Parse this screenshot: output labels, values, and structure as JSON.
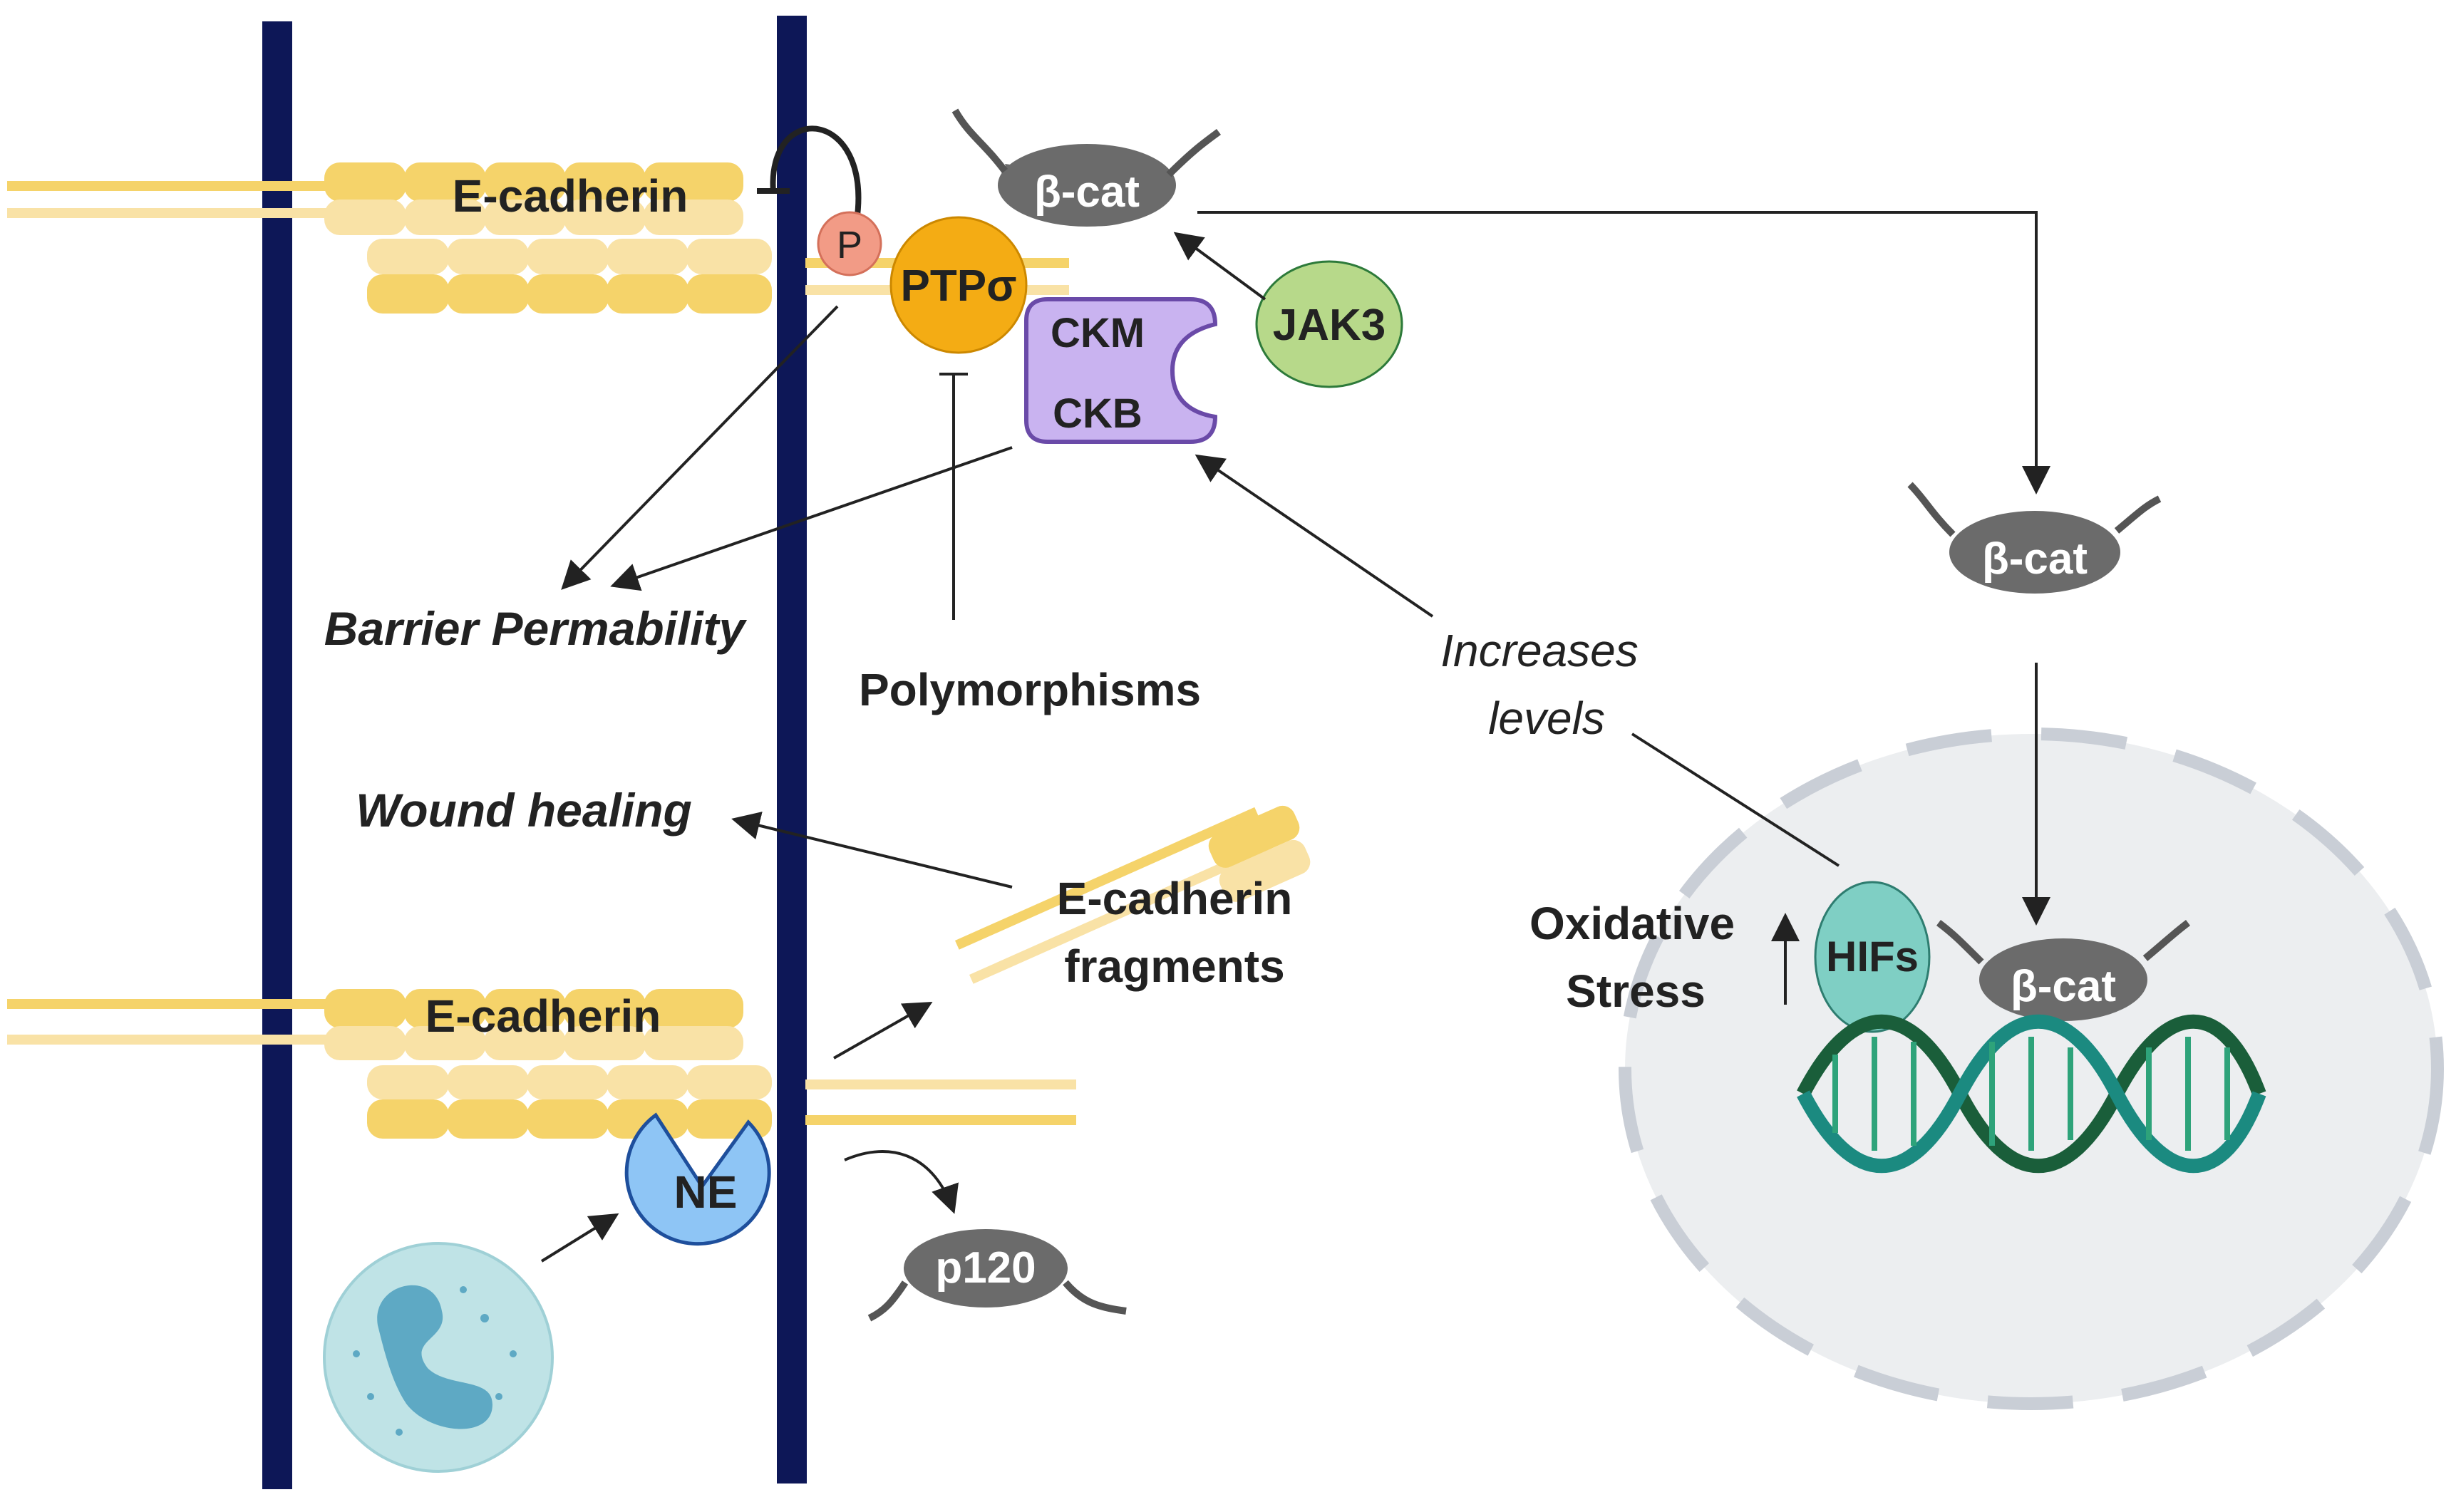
{
  "labels": {
    "ecadherin_top": "E-cadherin",
    "ecadherin_bottom": "E-cadherin",
    "phospho": "P",
    "ptp": "PTPσ",
    "bcat_top": "β-cat",
    "jak3": "JAK3",
    "ckm": "CKM",
    "ckb": "CKB",
    "barrier": "Barrier Permability",
    "polymorphisms": "Polymorphisms",
    "increases_1": "Increases",
    "increases_2": "levels",
    "bcat_mid": "β-cat",
    "wound": "Wound healing",
    "fragments_1": "E-cadherin",
    "fragments_2": "fragments",
    "oxidative_1": "Oxidative",
    "oxidative_2": "Stress",
    "hifs": "HIFs",
    "bcat_nucleus": "β-cat",
    "ne": "NE",
    "p120": "p120"
  },
  "colors": {
    "membrane": "#0d1757",
    "cadherin": "#f5d36a",
    "cadherin_light": "#f9e2a6",
    "ptp": "#f4ac14",
    "phospho": "#f29b86",
    "ck_complex": "#c9b3f0",
    "jak3": "#b7d98a",
    "hifs": "#7fcfc4",
    "ne": "#8ec5f5",
    "protein_grey": "#6b6b6b",
    "nucleus": "#eceef0",
    "neutrophil": "#bfe3e6"
  }
}
